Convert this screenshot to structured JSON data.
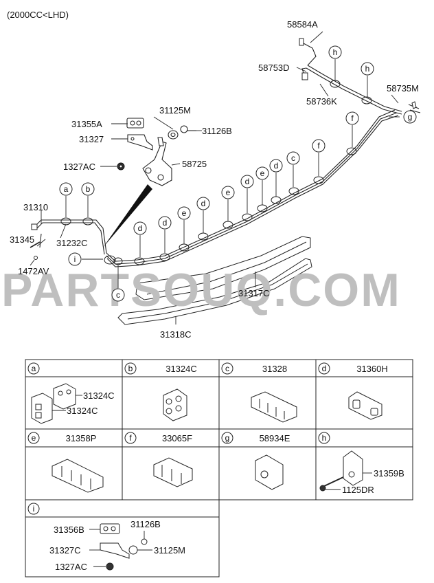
{
  "header": {
    "title": "(2000CC<LHD)"
  },
  "watermark": "PARTSOUQ.COM",
  "main_labels": {
    "p58584A": "58584A",
    "p58753D": "58753D",
    "p58736K": "58736K",
    "p58735M": "58735M",
    "p31125M": "31125M",
    "p31126B": "31126B",
    "p31355A": "31355A",
    "p31327": "31327",
    "p1327AC": "1327AC",
    "p58725": "58725",
    "p31310": "31310",
    "p31345": "31345",
    "p31232C": "31232C",
    "p1472AV": "1472AV",
    "p31317C": "31317C",
    "p31318C": "31318C"
  },
  "callouts": {
    "h": "h",
    "g": "g",
    "f": "f",
    "c": "c",
    "d": "d",
    "e": "e",
    "a": "a",
    "b": "b",
    "i": "i"
  },
  "table": {
    "cells": [
      {
        "letter": "a",
        "part": ""
      },
      {
        "letter": "b",
        "part": "31324C"
      },
      {
        "letter": "c",
        "part": "31328"
      },
      {
        "letter": "d",
        "part": "31360H"
      },
      {
        "letter": "e",
        "part": "31358P"
      },
      {
        "letter": "f",
        "part": "33065F"
      },
      {
        "letter": "g",
        "part": "58934E"
      },
      {
        "letter": "h",
        "part": ""
      },
      {
        "letter": "i",
        "part": ""
      }
    ],
    "a_labels": {
      "top": "31324C",
      "bottom": "31324C"
    },
    "h_labels": {
      "clip": "31359B",
      "bolt": "1125DR"
    },
    "i_labels": {
      "p31356B": "31356B",
      "p31126B": "31126B",
      "p31327C": "31327C",
      "p31125M": "31125M",
      "p1327AC": "1327AC"
    }
  }
}
